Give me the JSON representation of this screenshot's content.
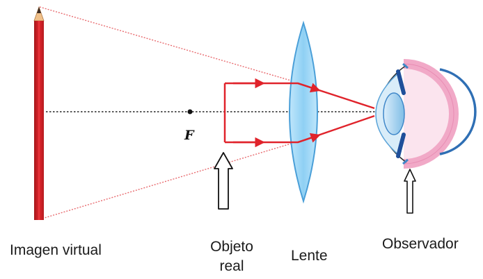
{
  "diagram": {
    "focal_point_label": "F",
    "labels": {
      "virtual_image": "Imagen virtual",
      "real_object_line1": "Objeto",
      "real_object_line2": "real",
      "lens": "Lente",
      "observer": "Observador"
    },
    "colors": {
      "ray": "#e0232b",
      "pencil": "#cc1f24",
      "lens_fill": "#9fd6f5",
      "lens_stroke": "#4a9fd8",
      "eye_sclera": "#f4b6d2",
      "eye_iris": "#3f87c9",
      "axis": "#222222"
    }
  }
}
